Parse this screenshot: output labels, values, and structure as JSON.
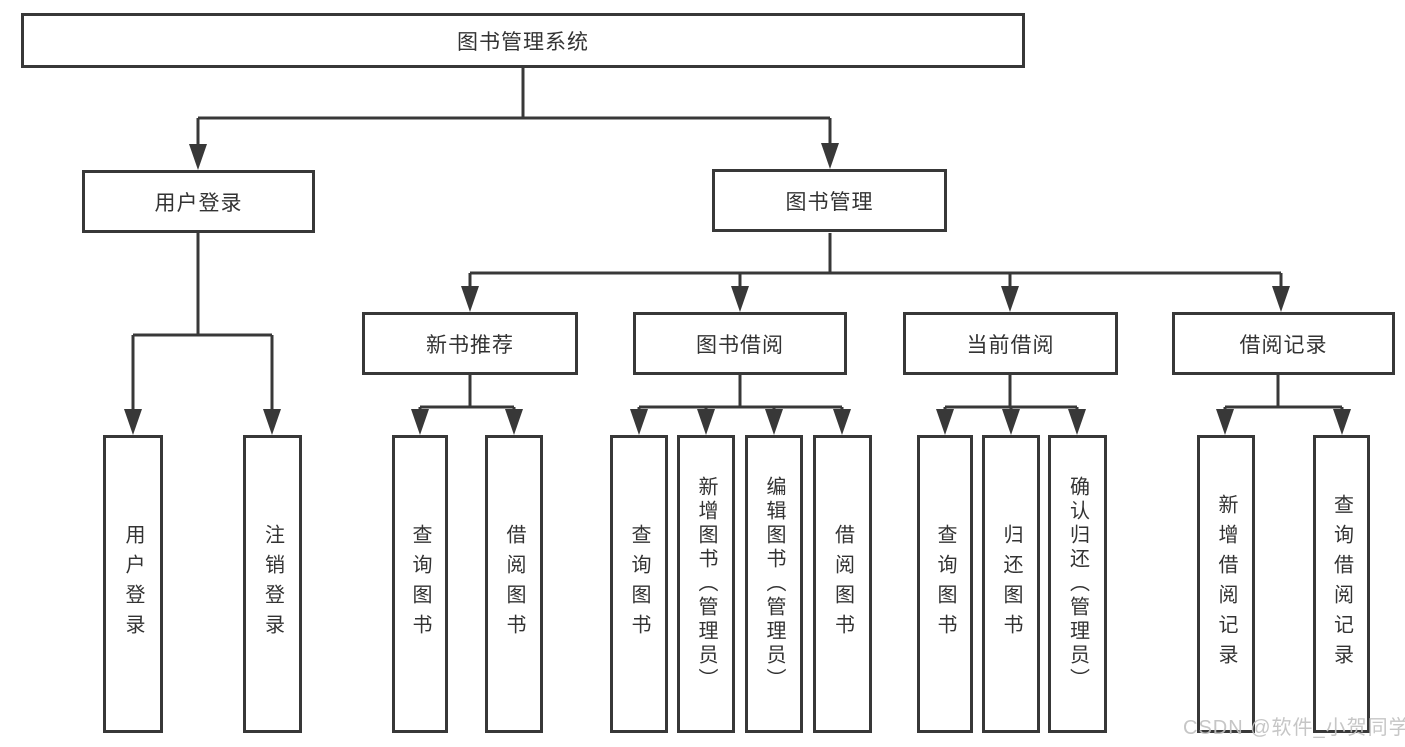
{
  "diagram_type": "hierarchy-tree",
  "tree": {
    "label": "图书管理系统",
    "children": [
      {
        "label": "用户登录",
        "children": [
          {
            "label": "用户登录"
          },
          {
            "label": "注销登录"
          }
        ]
      },
      {
        "label": "图书管理",
        "children": [
          {
            "label": "新书推荐",
            "children": [
              {
                "label": "查询图书"
              },
              {
                "label": "借阅图书"
              }
            ]
          },
          {
            "label": "图书借阅",
            "children": [
              {
                "label": "查询图书"
              },
              {
                "label": "新增图书（管理员）"
              },
              {
                "label": "编辑图书（管理员）"
              },
              {
                "label": "借阅图书"
              }
            ]
          },
          {
            "label": "当前借阅",
            "children": [
              {
                "label": "查询图书"
              },
              {
                "label": "归还图书"
              },
              {
                "label": "确认归还（管理员）"
              }
            ]
          },
          {
            "label": "借阅记录",
            "children": [
              {
                "label": "新增借阅记录"
              },
              {
                "label": "查询借阅记录"
              }
            ]
          }
        ]
      }
    ]
  },
  "watermark": "CSDN @软件_小贺同学",
  "colors": {
    "line": "#383838",
    "box_border": "#383838",
    "text": "#333333",
    "background": "#ffffff",
    "watermark": "#c1c1c1"
  }
}
